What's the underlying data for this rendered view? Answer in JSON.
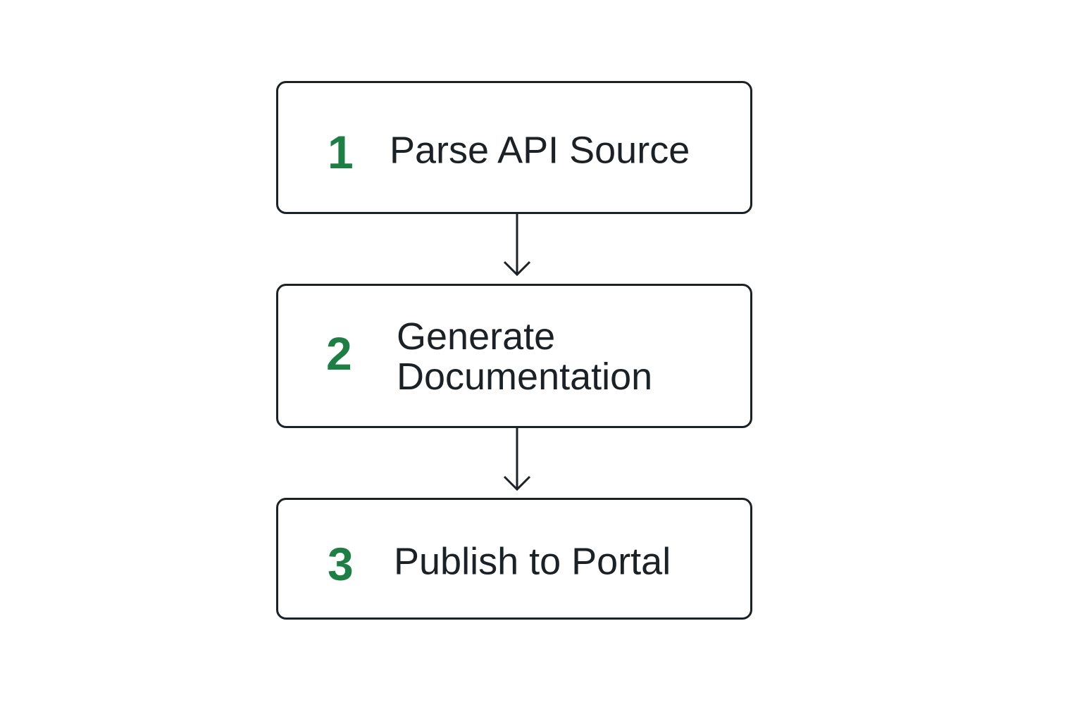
{
  "colors": {
    "number": "#1e7f45",
    "text": "#1c2126",
    "border": "#1c2126",
    "background": "#ffffff"
  },
  "steps": [
    {
      "number": "1",
      "label": "Parse API Source"
    },
    {
      "number": "2",
      "label": "Generate\nDocumentation"
    },
    {
      "number": "3",
      "label": "Publish to Portal"
    }
  ],
  "connectors": [
    {
      "from": "1",
      "to": "2",
      "icon": "arrow-down-icon"
    },
    {
      "from": "2",
      "to": "3",
      "icon": "arrow-down-icon"
    }
  ]
}
